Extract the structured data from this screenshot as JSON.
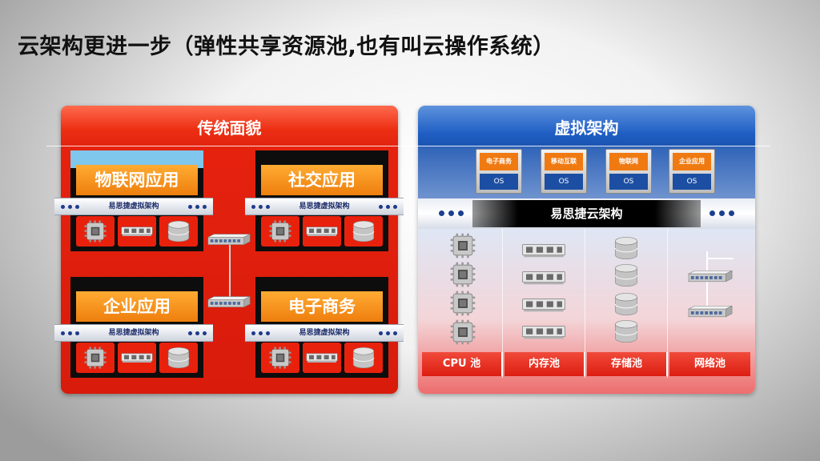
{
  "slide": {
    "title": "云架构更进一步（弹性共享资源池,也有叫云操作系统）"
  },
  "left_panel": {
    "title": "传统面貌",
    "apps": [
      {
        "label": "物联网应用"
      },
      {
        "label": "社交应用"
      },
      {
        "label": "企业应用"
      },
      {
        "label": "电子商务"
      }
    ],
    "virt_label": "易思捷虚拟架构"
  },
  "right_panel": {
    "title": "虚拟架构",
    "vms": [
      {
        "name": "电子商务",
        "os": "OS"
      },
      {
        "name": "移动互联",
        "os": "OS"
      },
      {
        "name": "物联网",
        "os": "OS"
      },
      {
        "name": "企业应用",
        "os": "OS"
      }
    ],
    "cloud_label": "易思捷云架构",
    "pools": [
      {
        "label": "CPU 池",
        "icon": "cpu-chip-icon"
      },
      {
        "label": "内存池",
        "icon": "memory-module-icon"
      },
      {
        "label": "存储池",
        "icon": "storage-disk-icon"
      },
      {
        "label": "网络池",
        "icon": "network-switch-icon"
      }
    ]
  },
  "colors": {
    "left_panel_red": "#e2240f",
    "app_label_orange": "#f39220",
    "right_header_blue": "#1f5ec4",
    "os_blue": "#1c4fa3",
    "pool_label_red": "#e3281a"
  }
}
